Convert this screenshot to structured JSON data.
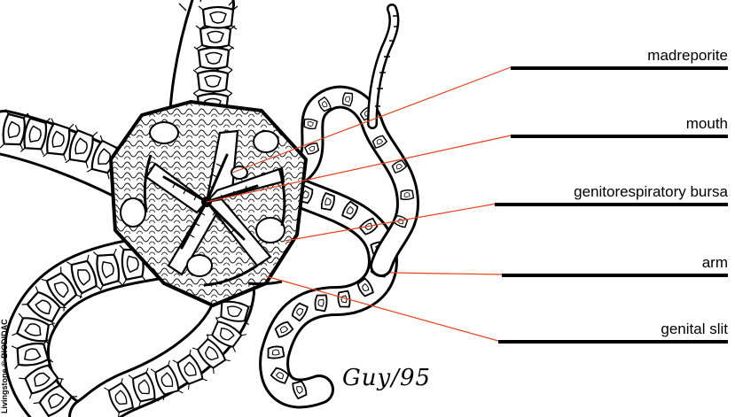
{
  "labels": {
    "madreporite": "madreporite",
    "mouth": "mouth",
    "genitorespiratory_bursa": "genitorespiratory bursa",
    "arm": "arm",
    "genital_slit": "genital slit"
  },
  "credit": "Livingstone © BIODIDAC",
  "signature": "Guy/95",
  "colors": {
    "leader_line": "#e8401c",
    "ink": "#000000",
    "background": "#ffffff"
  }
}
